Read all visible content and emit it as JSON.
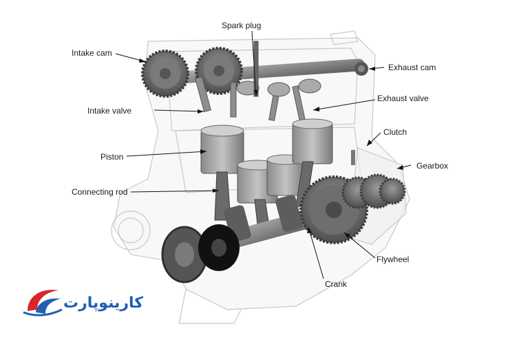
{
  "diagram": {
    "labels": {
      "spark_plug": "Spark plug",
      "intake_cam": "Intake cam",
      "exhaust_cam": "Exhaust cam",
      "exhaust_valve": "Exhaust valve",
      "intake_valve": "Intake valve",
      "clutch": "Clutch",
      "piston": "Piston",
      "gearbox": "Gearbox",
      "connecting_rod": "Connecting rod",
      "flywheel": "Flywheel",
      "crank": "Crank"
    }
  },
  "logo": {
    "text": "کارینوپارت",
    "colors": {
      "red": "#d9262c",
      "blue": "#1e5fb4"
    }
  },
  "colors": {
    "line": "#111111",
    "ghost": "#c8c8c8",
    "metal_dark": "#4a4a4a",
    "metal_mid": "#7a7a7a",
    "metal_light": "#a6a6a6"
  }
}
